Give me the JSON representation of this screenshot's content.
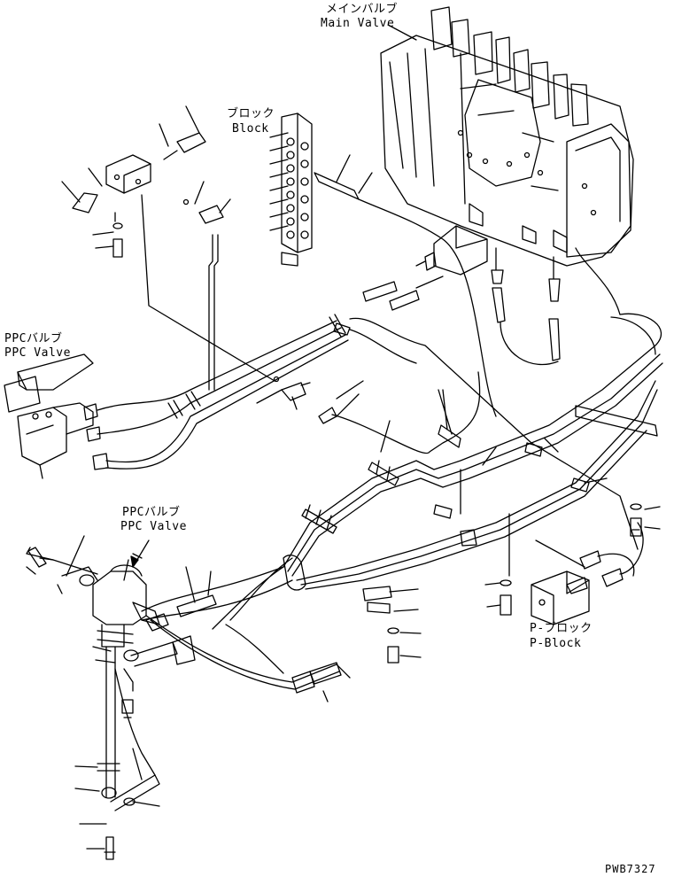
{
  "labels": {
    "main_valve": {
      "jp": "メインバルブ",
      "en": "Main Valve"
    },
    "block": {
      "jp": "ブロック",
      "en": "Block"
    },
    "ppc_valve_right": {
      "jp": "PPCバルブ",
      "en": "PPC Valve"
    },
    "ppc_valve_left": {
      "jp": "PPCバルブ",
      "en": "PPC Valve"
    },
    "p_block": {
      "jp": "P-ブロック",
      "en": "P-Block"
    }
  },
  "drawing_code": "PWB7327",
  "colors": {
    "line": "#000000",
    "background": "#ffffff"
  }
}
